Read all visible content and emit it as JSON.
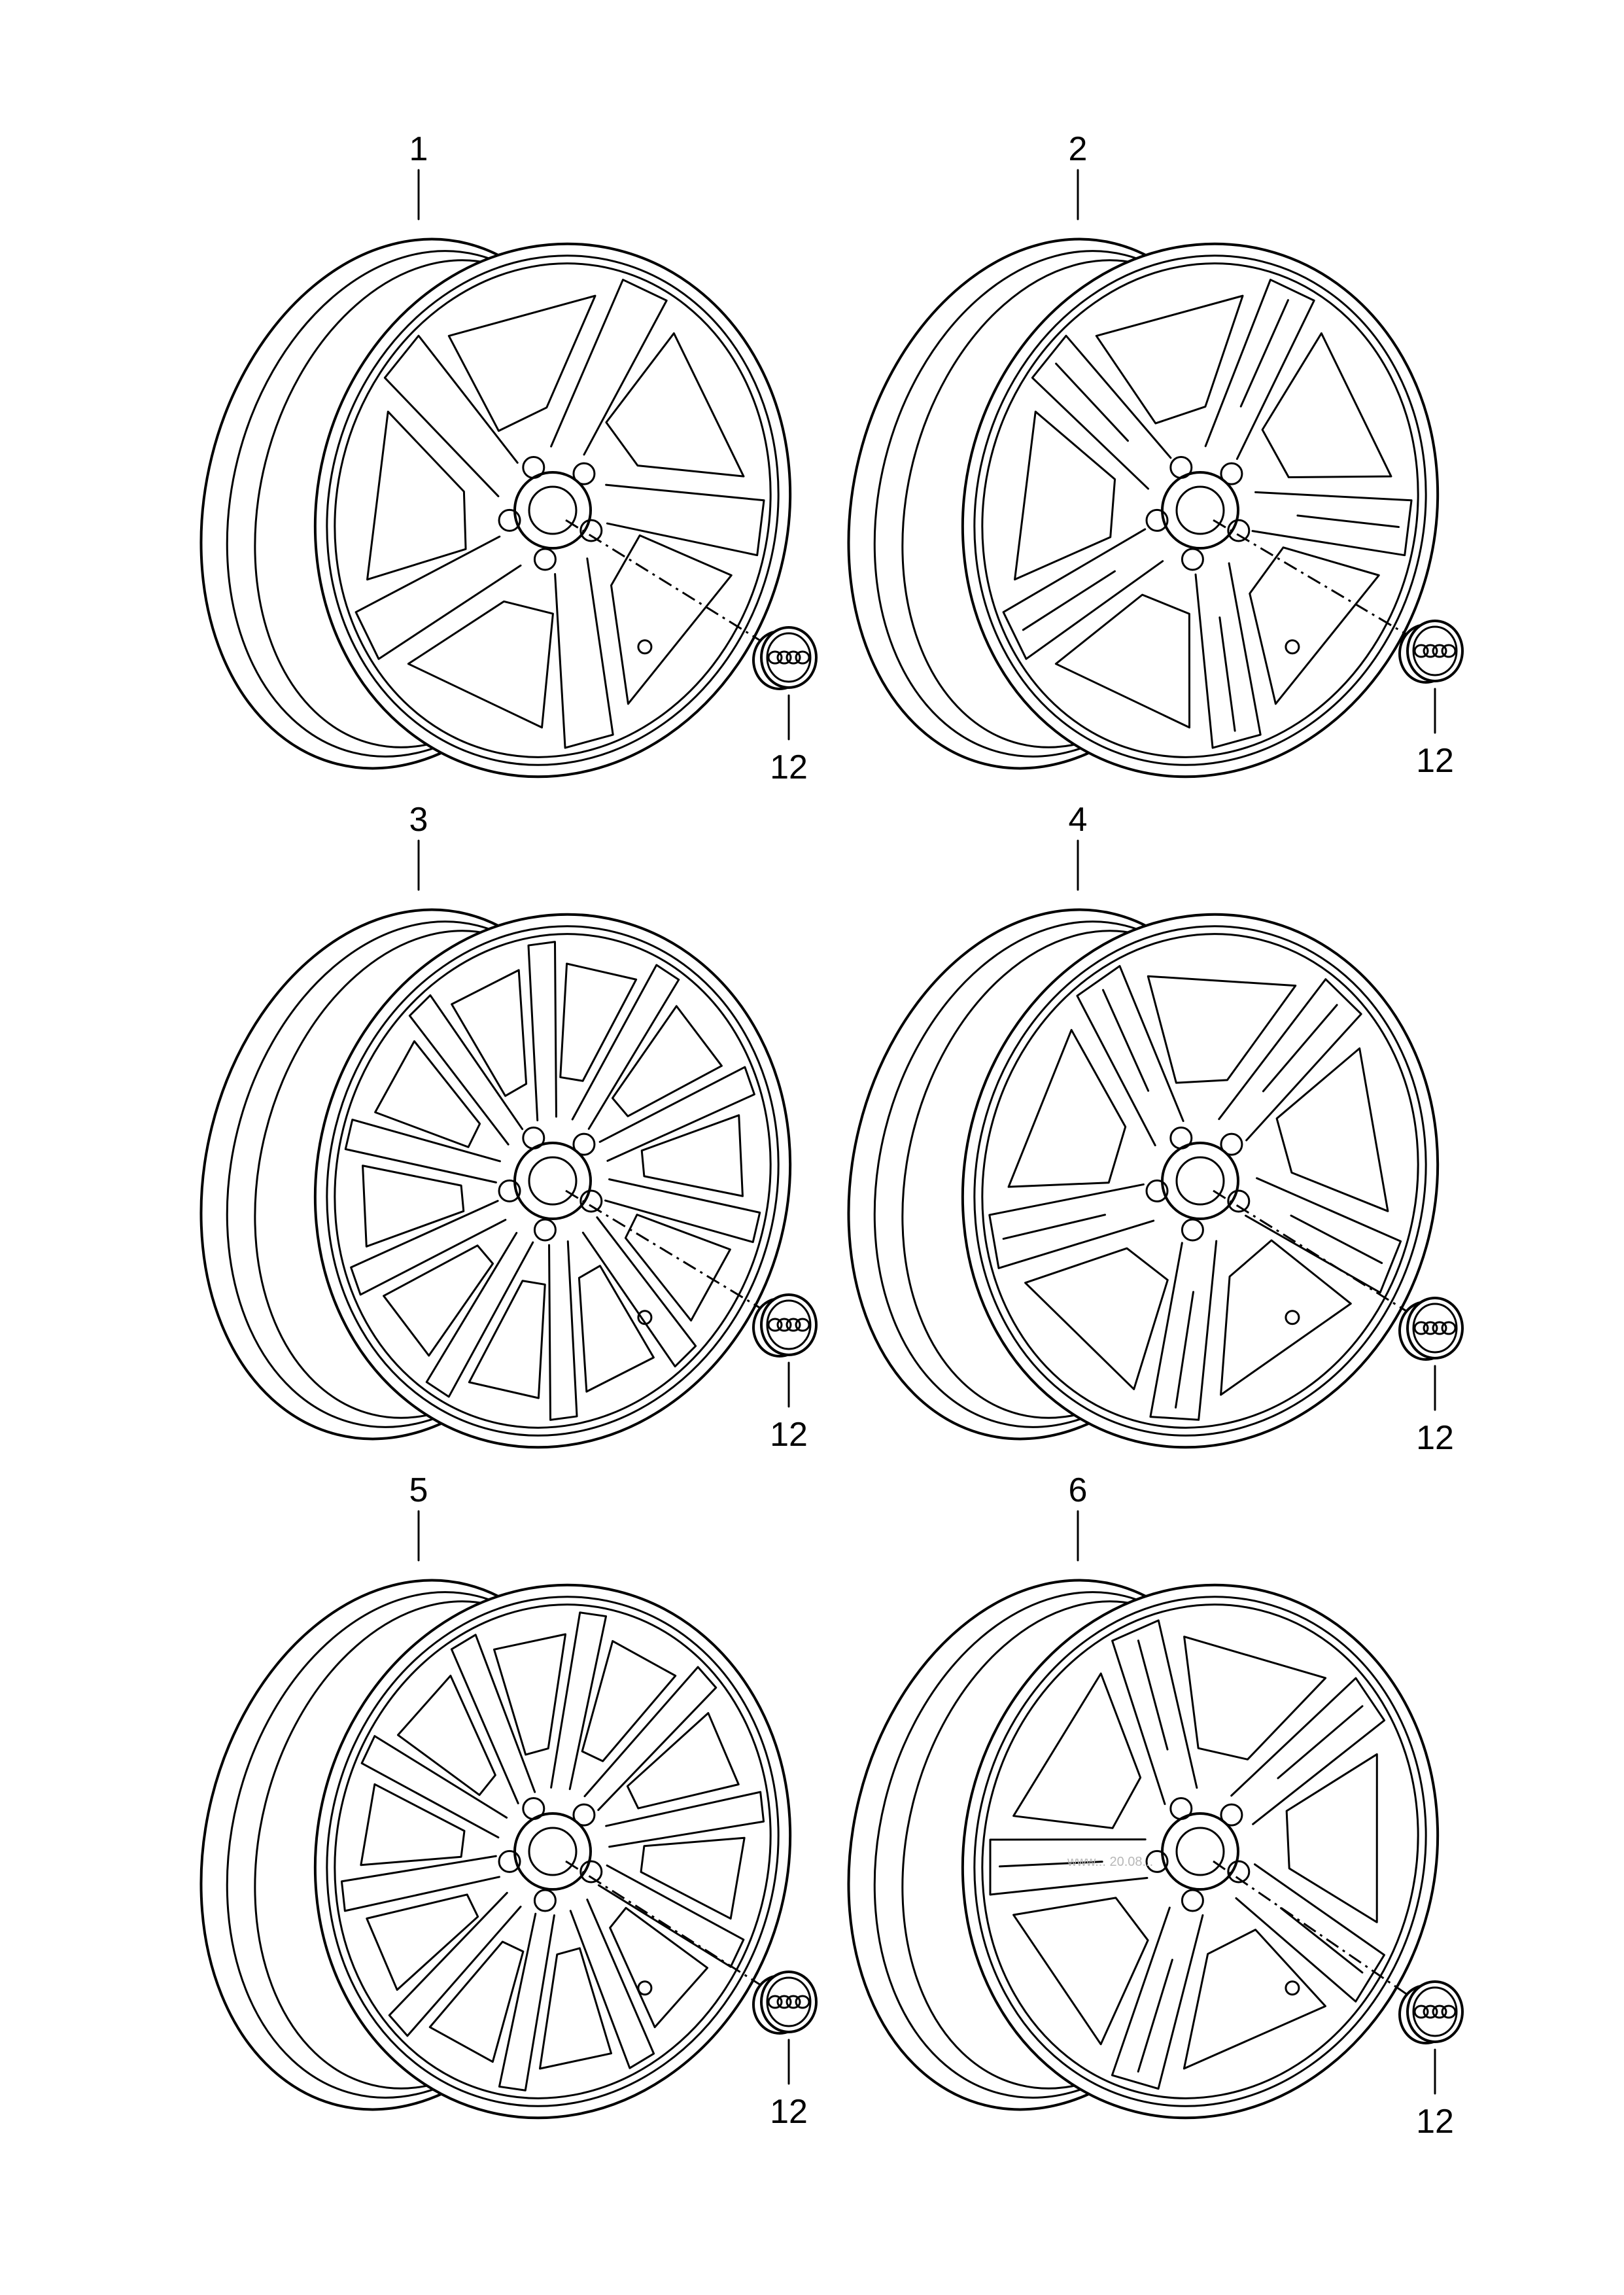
{
  "diagram": {
    "type": "parts-illustration",
    "background": "#ffffff",
    "line_color": "#000000",
    "watermark": "www... 20.08...",
    "wheels": [
      {
        "part_number": "1",
        "spokes": 5,
        "style": "single-twist"
      },
      {
        "part_number": "2",
        "spokes": 5,
        "style": "double-spoke"
      },
      {
        "part_number": "3",
        "spokes": 10,
        "style": "multi-spoke"
      },
      {
        "part_number": "4",
        "spokes": 5,
        "style": "v-spoke"
      },
      {
        "part_number": "5",
        "spokes": 10,
        "style": "multi-spoke"
      },
      {
        "part_number": "6",
        "spokes": 5,
        "style": "split-spoke"
      }
    ],
    "hub_caps": [
      {
        "part_number": "12",
        "icon": "four-rings-logo-icon"
      },
      {
        "part_number": "12",
        "icon": "four-rings-logo-icon"
      },
      {
        "part_number": "12",
        "icon": "four-rings-logo-icon"
      },
      {
        "part_number": "12",
        "icon": "four-rings-logo-icon"
      },
      {
        "part_number": "12",
        "icon": "four-rings-logo-icon"
      },
      {
        "part_number": "12",
        "icon": "four-rings-logo-icon"
      }
    ]
  }
}
